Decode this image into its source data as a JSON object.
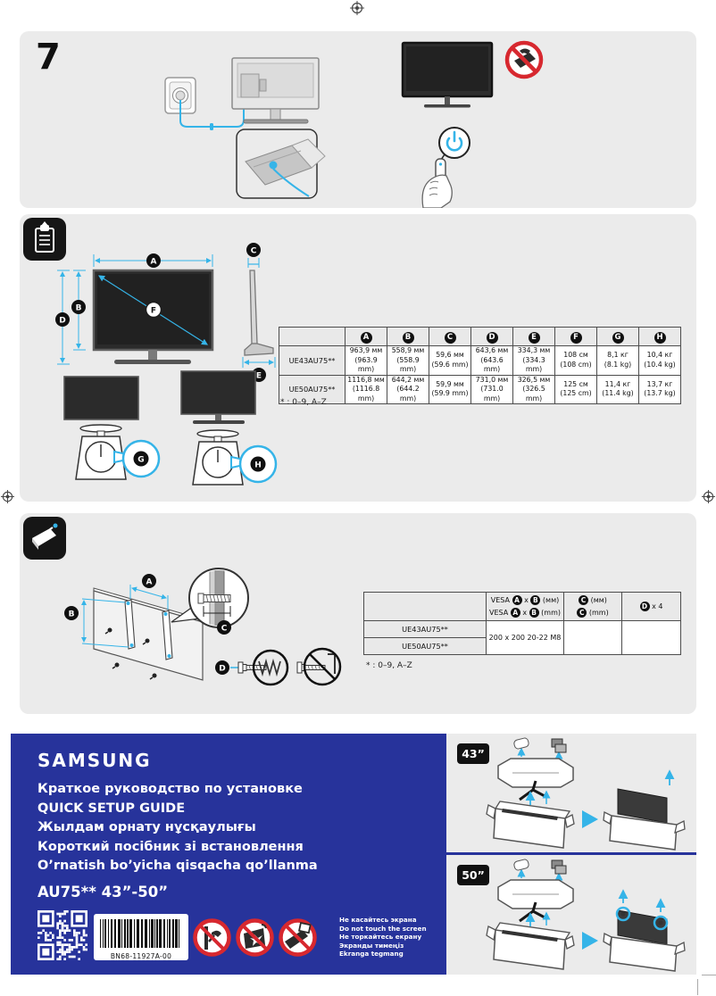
{
  "page": {
    "number": "7"
  },
  "dimensions": {
    "columns": [
      "A",
      "B",
      "C",
      "D",
      "E",
      "F",
      "G",
      "H"
    ],
    "rows": [
      {
        "model": "UE43AU75**",
        "values": [
          [
            "963,9 мм",
            "(963.9 mm)"
          ],
          [
            "558,9 мм",
            "(558.9 mm)"
          ],
          [
            "59,6 мм",
            "(59.6 mm)"
          ],
          [
            "643,6 мм",
            "(643.6 mm)"
          ],
          [
            "334,3 мм",
            "(334.3 mm)"
          ],
          [
            "108 см",
            "(108 cm)"
          ],
          [
            "8,1 кг",
            "(8.1 kg)"
          ],
          [
            "10,4 кг",
            "(10.4 kg)"
          ]
        ]
      },
      {
        "model": "UE50AU75**",
        "values": [
          [
            "1116,8 мм",
            "(1116.8 mm)"
          ],
          [
            "644,2 мм",
            "(644.2 mm)"
          ],
          [
            "59,9 мм",
            "(59.9 mm)"
          ],
          [
            "731,0 мм",
            "(731.0 mm)"
          ],
          [
            "326,5 мм",
            "(326.5 mm)"
          ],
          [
            "125 см",
            "(125 cm)"
          ],
          [
            "11,4 кг",
            "(11.4 kg)"
          ],
          [
            "13,7 кг",
            "(13.7 kg)"
          ]
        ]
      }
    ],
    "footnote": "* : 0–9, A–Z"
  },
  "wall_mount": {
    "labels": [
      "A",
      "B",
      "C",
      "D"
    ],
    "models": [
      "UE43AU75**",
      "UE50AU75**"
    ],
    "vesa_value": "200 x 200 20-22 M8",
    "header": {
      "vesa_line1": [
        "VESA",
        "A",
        "x",
        "B",
        "(мм)"
      ],
      "vesa_line2": [
        "VESA",
        "A",
        "x",
        "B",
        "(mm)"
      ],
      "c_line1": [
        "C",
        "(мм)"
      ],
      "c_line2": [
        "C",
        "(mm)"
      ],
      "d_label": [
        "D",
        "x 4"
      ]
    },
    "footnote": "* : 0–9, A–Z"
  },
  "footer": {
    "brand": "SAMSUNG",
    "titles": [
      "Краткое руководство по установке",
      "QUICK SETUP GUIDE",
      "Жылдам орнату нұсқаулығы",
      "Короткий посібник зі встановлення",
      "O’rnatish bo’yicha qisqacha qo’llanma"
    ],
    "model_range": "AU75** 43”-50”",
    "barcode_text": "BN68-11927A-00",
    "warnings": [
      "Не касайтесь экрана",
      "Do not touch the screen",
      "Не торкайтесь екрану",
      "Экранды тимеңіз",
      "Ekranga tegmang"
    ],
    "size_badges": [
      "43”",
      "50”"
    ]
  },
  "colors": {
    "samsung_blue": "#27339b",
    "cyan": "#35b4e8",
    "warning_red": "#d7282f",
    "panel_gray": "#ebebeb"
  }
}
